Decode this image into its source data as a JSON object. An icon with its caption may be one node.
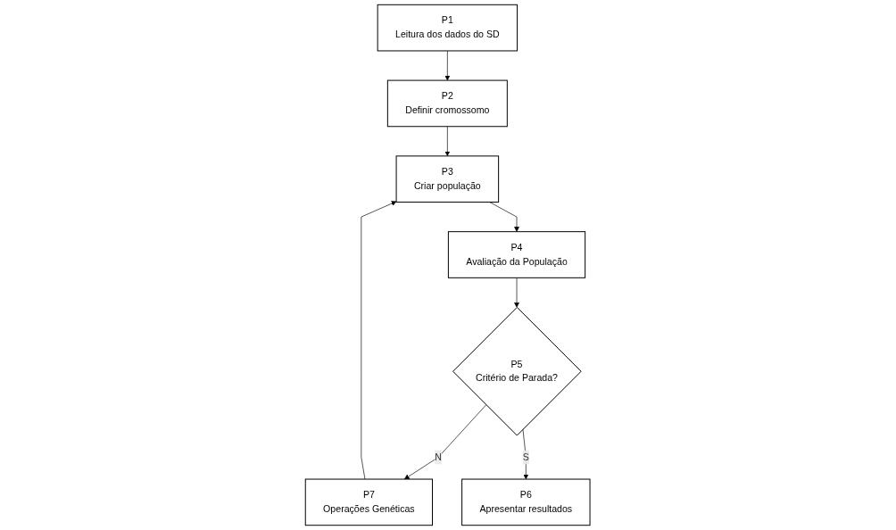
{
  "diagram": {
    "nodes": [
      {
        "text": [
          "P2",
          "Definir cromossomo"
        ]
      },
      {
        "text": [
          "P1",
          "Leitura dos dados do SD"
        ]
      },
      {
        "text": [
          "P3",
          "Criar população"
        ]
      },
      {
        "text": [
          "P4",
          "Avaliação da População"
        ]
      },
      {
        "text": [
          "P7",
          "Operações Genéticas"
        ]
      },
      {
        "text": [
          "P5",
          "Critério de Parada?"
        ]
      },
      {
        "text": [
          "P6",
          "Apresentar resultados"
        ]
      }
    ],
    "edges": [
      {
        "from": 1,
        "to": 0,
        "arrow": "to"
      },
      {
        "from": 0,
        "to": 2,
        "arrow": "to"
      },
      {
        "from": 2,
        "to": 3,
        "arrow": "to"
      },
      {
        "from": 3,
        "to": 5,
        "arrow": "to"
      },
      {
        "from": 5,
        "to": 4,
        "arrow": "to",
        "label": "N"
      },
      {
        "from": 5,
        "to": 6,
        "arrow": "to",
        "label": "S"
      },
      {
        "from": 4,
        "to": 2,
        "arrow": "to"
      }
    ]
  }
}
